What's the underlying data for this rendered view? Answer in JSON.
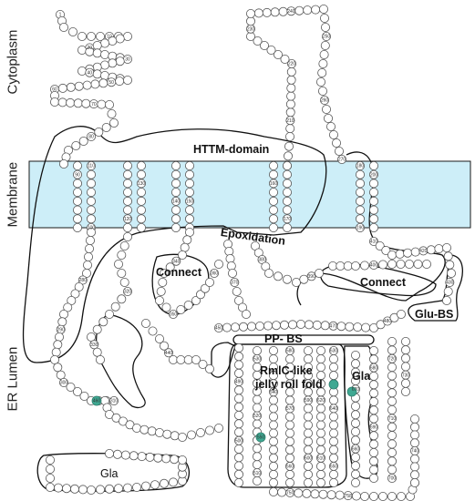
{
  "compartments": {
    "cytoplasm": "Cytoplasm",
    "membrane": "Membrane",
    "er_lumen": "ER Lumen"
  },
  "regions": {
    "httm": "HTTM-domain",
    "epoxidation": "Epoxidation",
    "connect_left": "Connect",
    "connect_right": "Connect",
    "glu_bs": "Glu-BS",
    "pp_bs": "PP- BS",
    "rmlc_line1": "RmlC-like",
    "rmlc_line2": "jelly roll fold",
    "gla_right": "Gla",
    "gla_bottom": "Gla"
  },
  "colors": {
    "membrane_band": "#cdeef8",
    "membrane_border": "#1a1a1a",
    "residue_fill": "#ffffff",
    "residue_stroke": "#555555",
    "highlight_residue": "#3fa892"
  },
  "residue_numbers": [
    "1",
    "10",
    "20",
    "30",
    "40",
    "50",
    "60",
    "70",
    "80",
    "90",
    "100",
    "110",
    "120",
    "130",
    "140",
    "150",
    "160",
    "170",
    "180",
    "190",
    "200",
    "210",
    "220",
    "230",
    "240",
    "250",
    "260",
    "270",
    "280",
    "290",
    "300",
    "310",
    "320",
    "330",
    "340",
    "350",
    "360",
    "370",
    "380",
    "390",
    "400",
    "410",
    "420",
    "430",
    "440",
    "450",
    "460",
    "470",
    "480",
    "490",
    "500",
    "510",
    "520",
    "530",
    "540",
    "550",
    "560",
    "570",
    "580",
    "590",
    "600",
    "610",
    "620",
    "630",
    "640",
    "650",
    "660",
    "670",
    "680",
    "690",
    "700",
    "710",
    "720",
    "730",
    "740",
    "750",
    "758"
  ],
  "highlighted_residues": [
    "460",
    "550"
  ]
}
